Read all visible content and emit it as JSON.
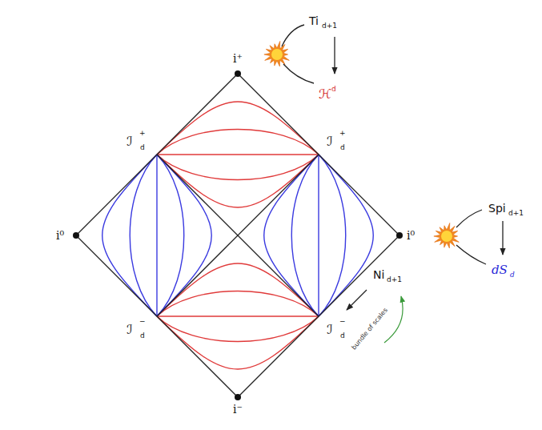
{
  "diagram": {
    "labels": [
      "i⁺",
      "i⁰",
      "i⁰",
      "i⁻",
      "ℐ",
      "+",
      "d",
      "ℐ",
      "+",
      "d",
      "ℐ",
      "−",
      "d",
      "ℐ",
      "−",
      "d",
      "Ti",
      "d+1",
      "ℋ",
      "d",
      "Spi",
      "d+1",
      "dS",
      "d",
      "Ni",
      "d+1",
      "bundle of scales"
    ]
  }
}
